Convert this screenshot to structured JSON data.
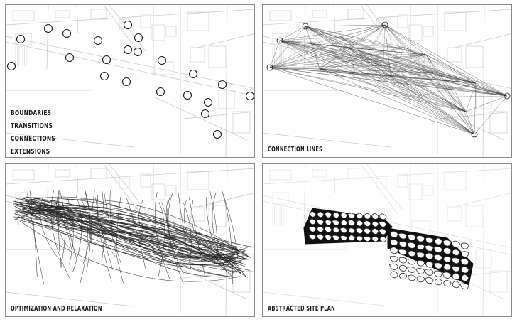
{
  "panels": [
    {
      "caption": ""
    },
    {
      "caption": "CONNECTION LINES"
    },
    {
      "caption": "OPTIMIZATION AND RELAXATION"
    },
    {
      "caption": "ABSTRACTED SITE PLAN"
    }
  ],
  "legend": [
    "BOUNDARIES",
    "TRANSITIONS",
    "CONNECTIONS",
    "EXTENSIONS"
  ],
  "colors": {
    "map_lines": "#c8c8c8",
    "ink": "#1a1a1a",
    "frame": "#8c8c8c"
  }
}
